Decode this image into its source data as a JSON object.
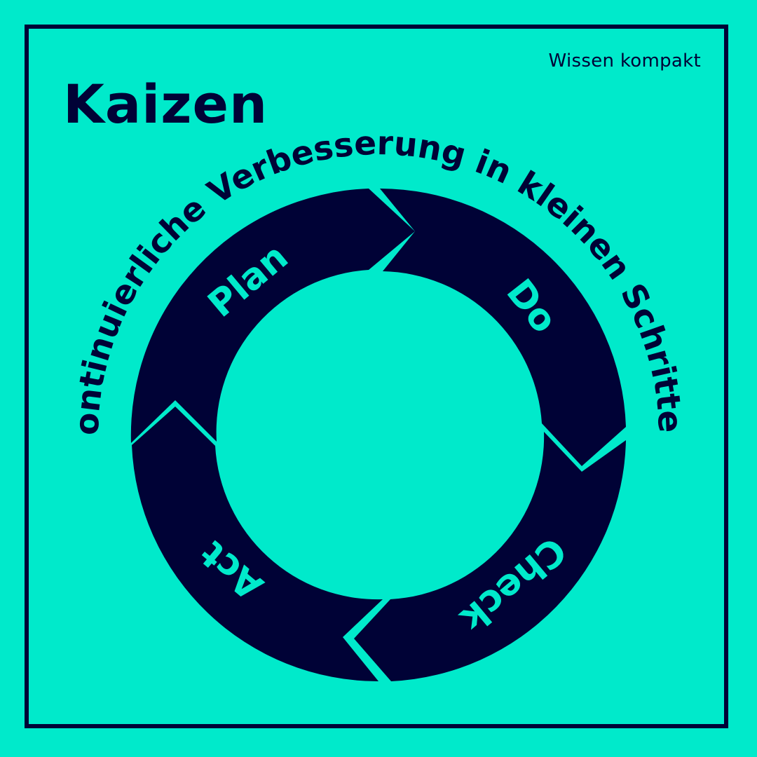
{
  "tagline": "Wissen kompakt",
  "title": "Kaizen",
  "arc_caption": "kontinuierliche Verbesserung in kleinen Schritten",
  "cycle": {
    "steps": [
      "Plan",
      "Do",
      "Check",
      "Act"
    ]
  },
  "colors": {
    "background": "#00EACB",
    "ink": "#000236",
    "segment_label": "#00EACB"
  }
}
